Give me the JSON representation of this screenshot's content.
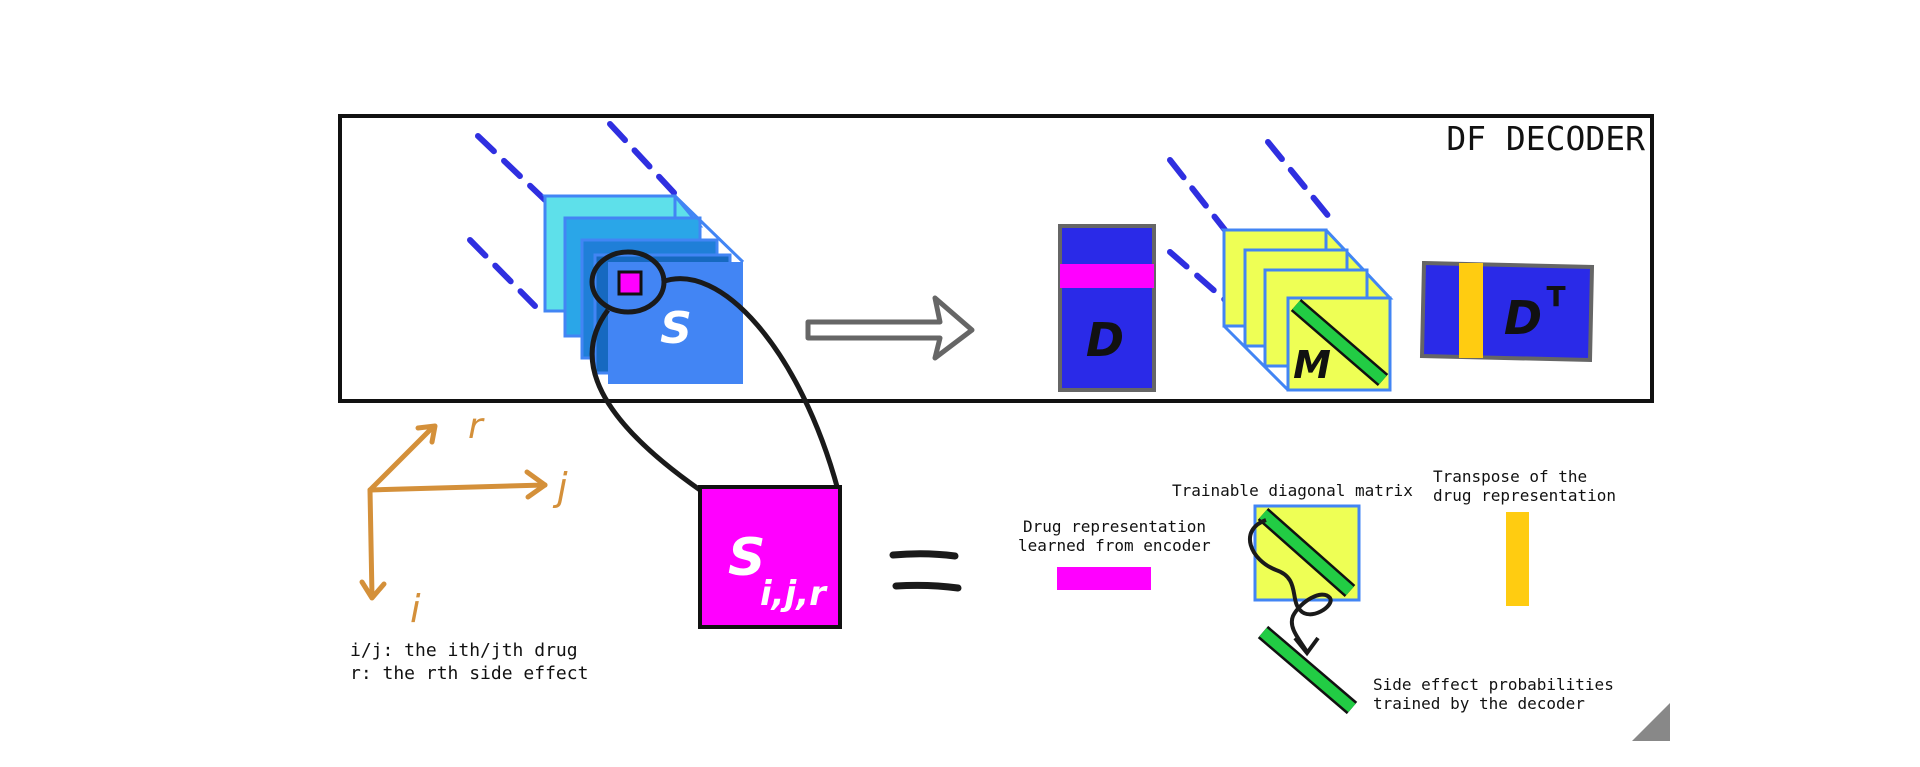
{
  "title": "DF DECODER",
  "tensor_letter": "S",
  "element_symbol": {
    "base": "S",
    "subscript": "i,j,r"
  },
  "equals": "=",
  "drug_symbol": "D",
  "transpose_symbol": {
    "base": "D",
    "superscript": "T"
  },
  "diagonal_symbol": "M",
  "axes": {
    "r": "r",
    "j": "j",
    "i": "i"
  },
  "axes_notes": [
    "i/j: the ith/jth drug",
    "r: the rth side effect"
  ],
  "legend": {
    "drug_repr": [
      "Drug representation",
      "learned from encoder"
    ],
    "diag_matrix": "Trainable diagonal matrix",
    "transpose": [
      "Transpose of the",
      "drug representation"
    ],
    "side_effect": [
      "Side effect probabilities",
      "trained by the decoder"
    ]
  },
  "colors": {
    "magenta": "#ff00ff",
    "drug_blue": "#2a2ae8",
    "tensor_front": "#4285f4",
    "tensor_mid": "#1f7fd8",
    "tensor_back": "#5ee0ea",
    "yellow": "#eeff55",
    "gold": "#ffcc11",
    "green": "#22cc44",
    "orange": "#d4903a",
    "dash_blue": "#2f2fe0"
  }
}
